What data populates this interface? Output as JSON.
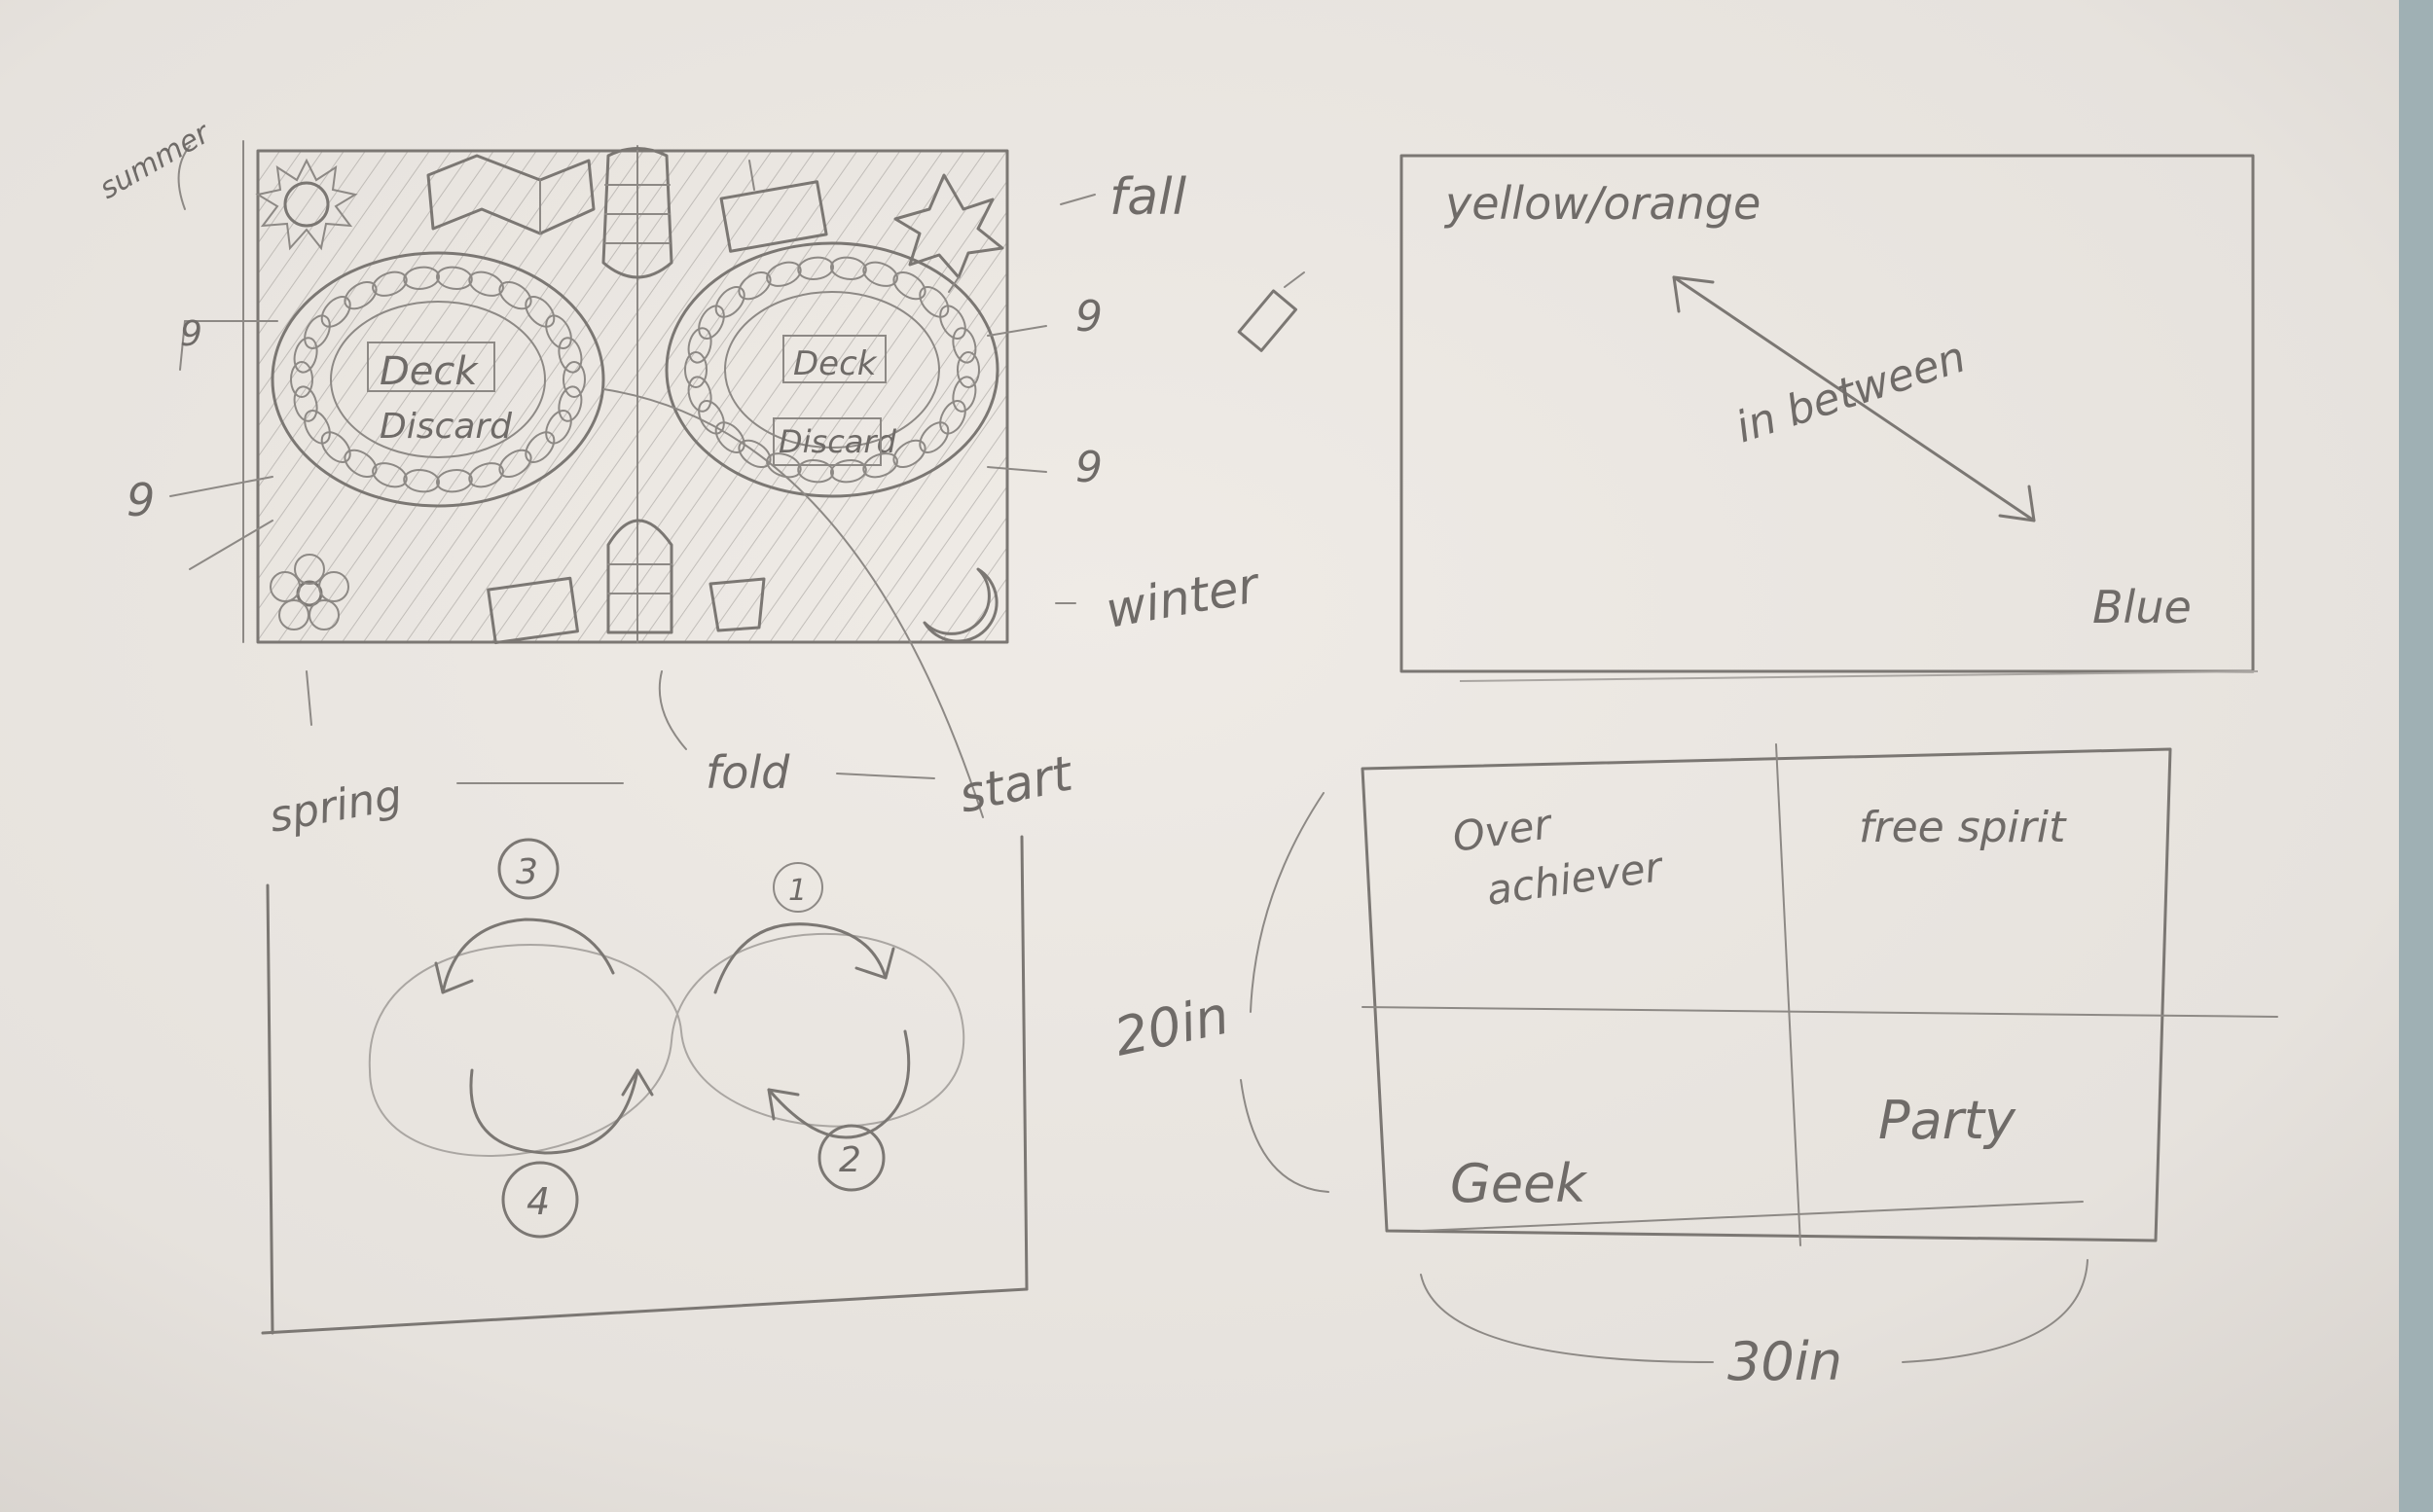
{
  "board_sketch": {
    "top_left_season": "summer",
    "top_right_season": "fall",
    "bottom_right_season": "winter",
    "bottom_left_season": "spring",
    "center_label": "fold",
    "start_label": "start",
    "left_deck_label_1": "Deck",
    "left_deck_label_2": "Discard",
    "right_deck_label_1": "Deck",
    "right_deck_label_2": "Discard",
    "left_count_top": "9",
    "left_count_bottom": "9",
    "right_count_top": "9",
    "right_count_bottom": "9"
  },
  "color_sketch": {
    "top_left_label": "yellow/orange",
    "bottom_right_label": "Blue",
    "middle_label": "in between"
  },
  "path_sketch": {
    "step_numbers": [
      "3",
      "1",
      "4",
      "2"
    ]
  },
  "quadrant_sketch": {
    "quadrants": [
      "Over achiever",
      "free spirit",
      "Geek",
      "Party"
    ],
    "height_label": "20in",
    "width_label": "30in"
  }
}
